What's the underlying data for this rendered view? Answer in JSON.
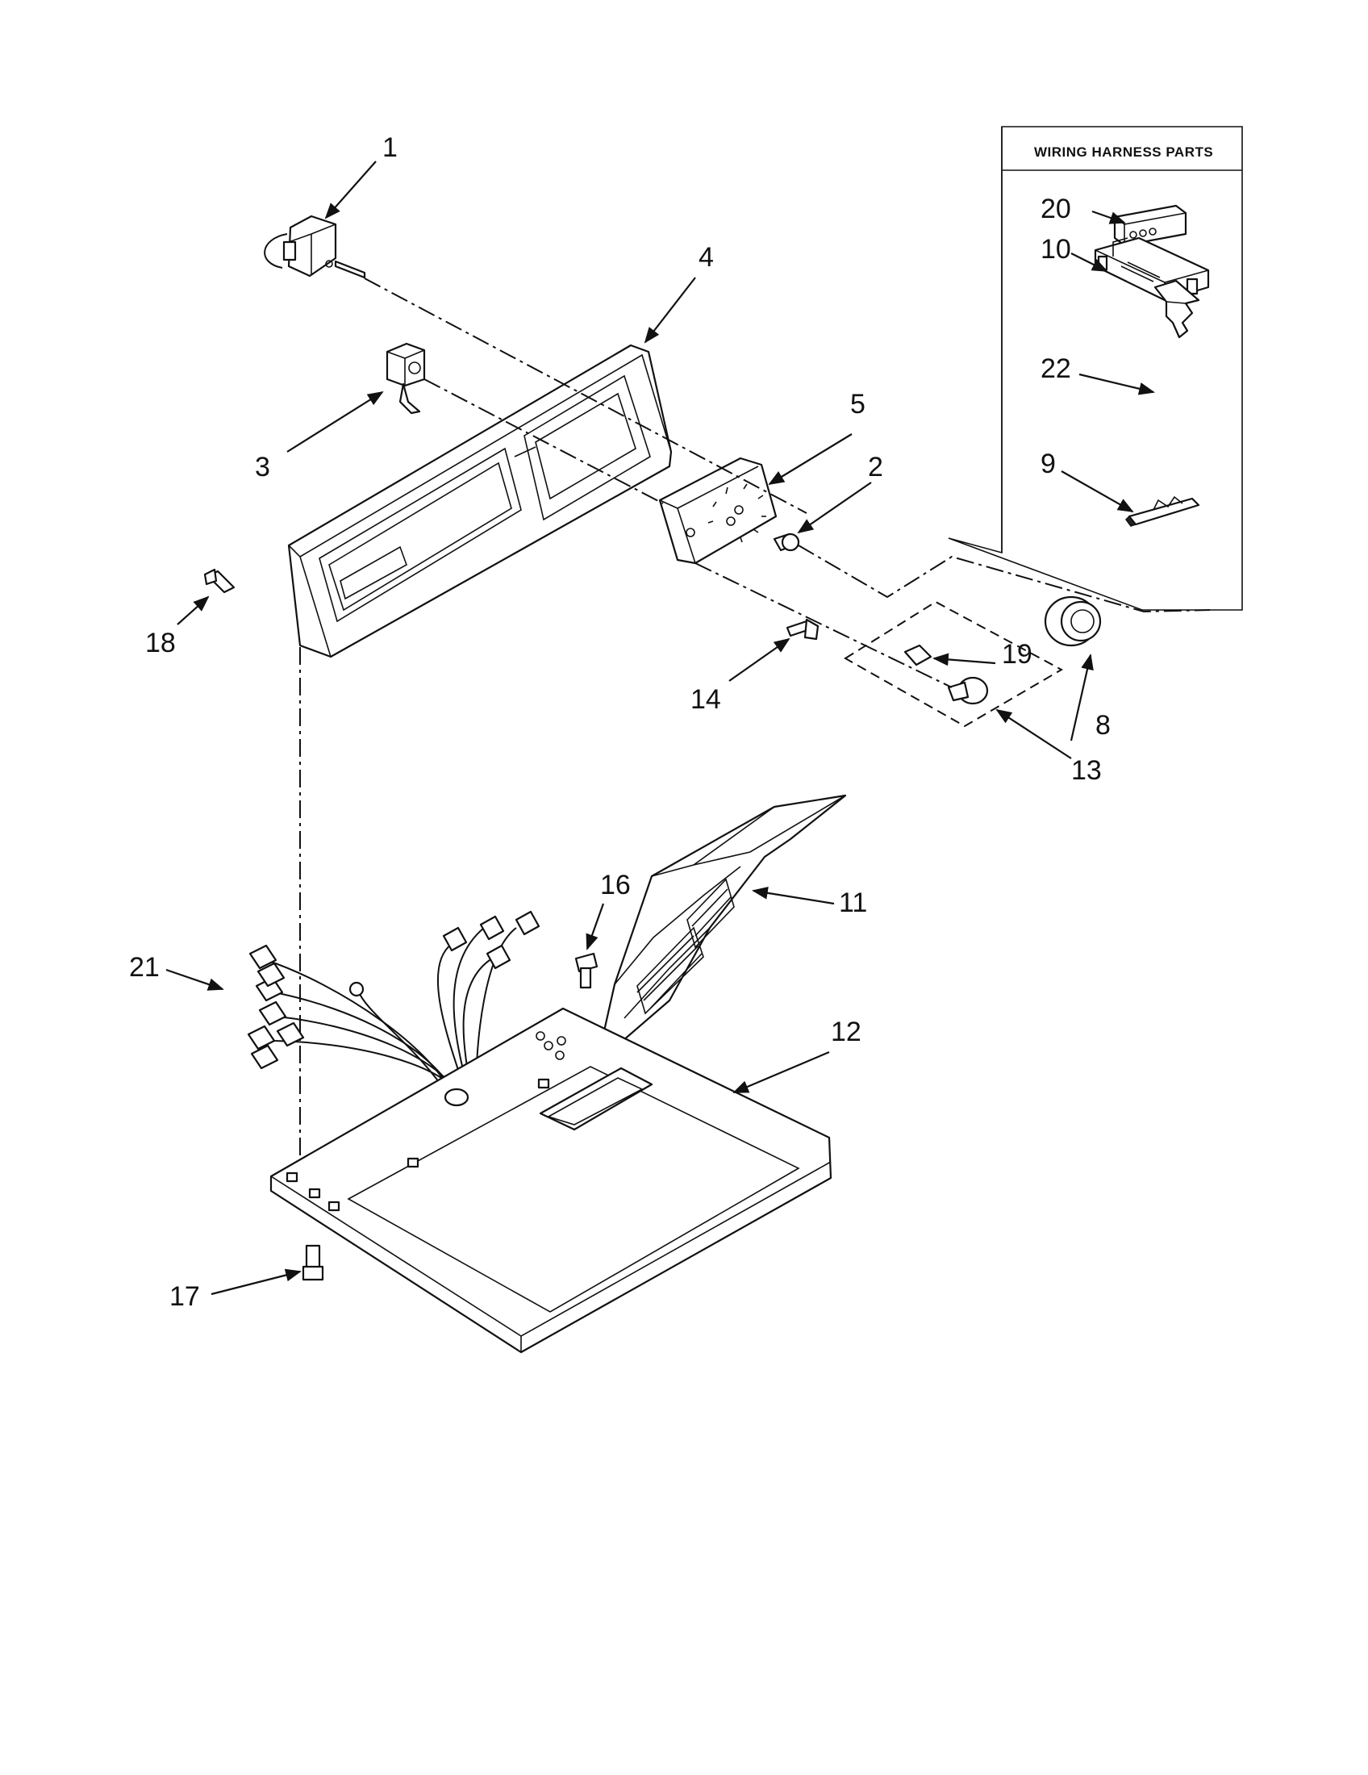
{
  "wiring_box": {
    "title": "WIRING HARNESS PARTS"
  },
  "callouts": {
    "c1": "1",
    "c2": "2",
    "c3": "3",
    "c4": "4",
    "c5": "5",
    "c8": "8",
    "c9": "9",
    "c10": "10",
    "c11": "11",
    "c12": "12",
    "c13": "13",
    "c14": "14",
    "c16": "16",
    "c17": "17",
    "c18": "18",
    "c19": "19",
    "c20": "20",
    "c21": "21",
    "c22": "22"
  }
}
